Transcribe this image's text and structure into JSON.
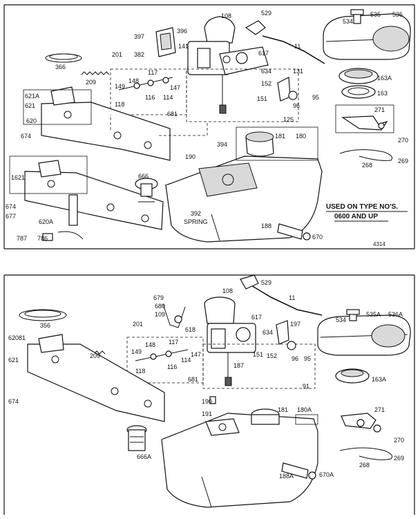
{
  "top": {
    "labels": [
      "108",
      "529",
      "534",
      "535",
      "536",
      "397",
      "396",
      "141",
      "11",
      "201",
      "382",
      "366",
      "617",
      "209",
      "117",
      "148",
      "149",
      "147",
      "131",
      "634",
      "163A",
      "118",
      "116",
      "114",
      "152",
      "621A",
      "621",
      "151",
      "96",
      "95",
      "163",
      "681",
      "125",
      "620",
      "674",
      "271",
      "190",
      "394",
      "181",
      "180",
      "270",
      "666",
      "269",
      "268",
      "1621",
      "392",
      "674",
      "677",
      "620A",
      "786",
      "787",
      "188",
      "670",
      "4314"
    ],
    "spring_label": "SPRING",
    "note_line1": "USED ON TYPE NO'S.",
    "note_line2": "0600 AND UP"
  },
  "bottom": {
    "labels": [
      "529",
      "108",
      "679",
      "680",
      "11",
      "109",
      "534",
      "535A",
      "536A",
      "356",
      "618",
      "617",
      "197",
      "201",
      "634",
      "62081",
      "621",
      "209",
      "117",
      "148",
      "149",
      "147",
      "118",
      "116",
      "114",
      "151",
      "152",
      "96",
      "95",
      "163A",
      "681",
      "187",
      "91",
      "674",
      "271",
      "190",
      "191",
      "181",
      "180A",
      "270",
      "666A",
      "269",
      "268",
      "188A",
      "670A"
    ]
  }
}
